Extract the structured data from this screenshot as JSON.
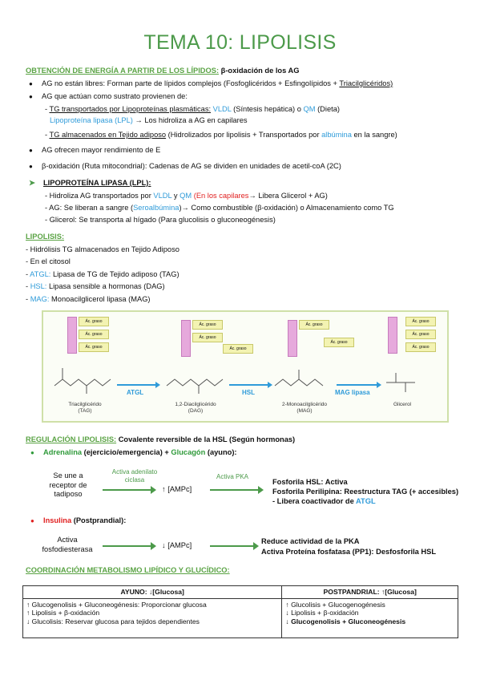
{
  "title": "TEMA 10: LIPOLISIS",
  "sec1": {
    "heading": "OBTENCIÓN DE ENERGÍA A PARTIR DE LOS LÍPIDOS:",
    "heading_rest": "β-oxidación de los AG",
    "b1": "AG no están libres: Forman parte de lípidos complejos (Fosfoglicéridos + Esfingolípidos + ",
    "b1_u": "Triacilglicéridos)",
    "b2": "AG que actúan como sustrato provienen de:",
    "s1_u": "TG transportados por Lipoproteínas plasmáticas:",
    "s1_vldl": "VLDL",
    "s1_a": " (Síntesis hepática) o ",
    "s1_qm": "QM",
    "s1_b": " (Dieta)",
    "s1_lpl": "Lipoproteína lipasa (LPL)",
    "s1_c": " → Los hidroliza a AG en capilares",
    "s2_u": "TG almacenados en Tejido adiposo",
    "s2_a": " (Hidrolizados por lipolisis + Transportados por ",
    "s2_alb": "albúmina",
    "s2_b": " en la sangre)",
    "b3": "AG ofrecen mayor rendimiento de E",
    "b4": "β-oxidación (Ruta mitocondrial): Cadenas de AG se dividen en unidades de acetil-coA (2C)"
  },
  "lpl": {
    "heading": "LIPOPROTEÍNA LIPASA (LPL):",
    "l1_a": "- Hidroliza AG transportados por ",
    "l1_vldl": "VLDL",
    "l1_y": " y ",
    "l1_qm": "QM",
    "l1_red": "(En los capilares",
    "l1_b": "→ Libera Glicerol + AG)",
    "l2_a": "- AG: Se liberan a sangre (",
    "l2_ser": "Seroalbúmina",
    "l2_b": ")→ Como combustible (β-oxidación) o Almacenamiento como TG",
    "l3": "- Glicerol: Se transporta al hígado (Para glucolisis o gluconeogénesis)"
  },
  "lipolisis": {
    "heading": "LIPOLISIS:",
    "l1": "- Hidrólisis TG almacenados en Tejido Adiposo",
    "l2": "- En el citosol",
    "l3_b": "ATGL:",
    "l3": " Lipasa de TG de Tejido adiposo (TAG)",
    "l4_b": "HSL:",
    "l4": " Lipasa sensible a hormonas (DAG)",
    "l5_b": "MAG:",
    "l5": " Monoacilglicerol lipasa (MAG)"
  },
  "diagram": {
    "acgraso": "Ác. graso",
    "glicerol": "Glicerol",
    "enz1": "ATGL",
    "enz2": "HSL",
    "enz3": "MAG lipasa",
    "m1": "Triacilglicérido",
    "m1b": "(TAG)",
    "m2": "1,2-Diacilglicérido",
    "m2b": "(DAG)",
    "m3": "2-Monoacilglicérido",
    "m3b": "(MAG)",
    "m4": "Glicerol"
  },
  "regulacion": {
    "heading": "REGULACIÓN LIPOLISIS:",
    "heading_rest": "Covalente reversible de la HSL (Según hormonas)",
    "adr": "Adrenalina",
    "adr_b": " (ejercicio/emergencia) + ",
    "gluc": "Glucagón",
    "gluc_b": " (ayuno):",
    "r1_a": "Se une a",
    "r1_b": "receptor de",
    "r1_c": "tadiposo",
    "r1_arrow1_a": "Activa adenilato",
    "r1_arrow1_b": "ciclasa",
    "r1_mid": "↑ [AMPc]",
    "r1_arrow2": "Activa PKA",
    "r1_o1": "Fosforila HSL: Activa",
    "r1_o2": "Fosforila Perilipina: Reestructura TAG (+ accesibles)",
    "r1_o3_a": "- Libera coactivador de ",
    "r1_o3_b": "ATGL",
    "ins": "Insulina",
    "ins_b": " (Postprandial):",
    "r2_a": "Activa",
    "r2_b": "fosfodiesterasa",
    "r2_mid": "↓ [AMPc]",
    "r2_o1": "Reduce actividad de la PKA",
    "r2_o2": "Activa Proteína fosfatasa (PP1): Desfosforila HSL"
  },
  "coord": {
    "heading": "COORDINACIÓN METABOLISMO LIPÍDICO Y GLUCÍDICO:",
    "h1": "AYUNO: ↓[Glucosa]",
    "h2": "POSTPANDRIAL: ↑[Glucosa]",
    "c1": [
      "↑ Glucogenolisis + Gluconeogénesis: Proporcionar glucosa",
      "↑ Lipolisis + β-oxidación",
      "↓ Glucolisis: Reservar glucosa para tejidos dependientes"
    ],
    "c2": [
      "↑ Glucolisis + Glucogenogénesis",
      "↓ Lipolisis + β-oxidación",
      "↓ Glucogenolisis + Gluconeogénesis"
    ]
  }
}
